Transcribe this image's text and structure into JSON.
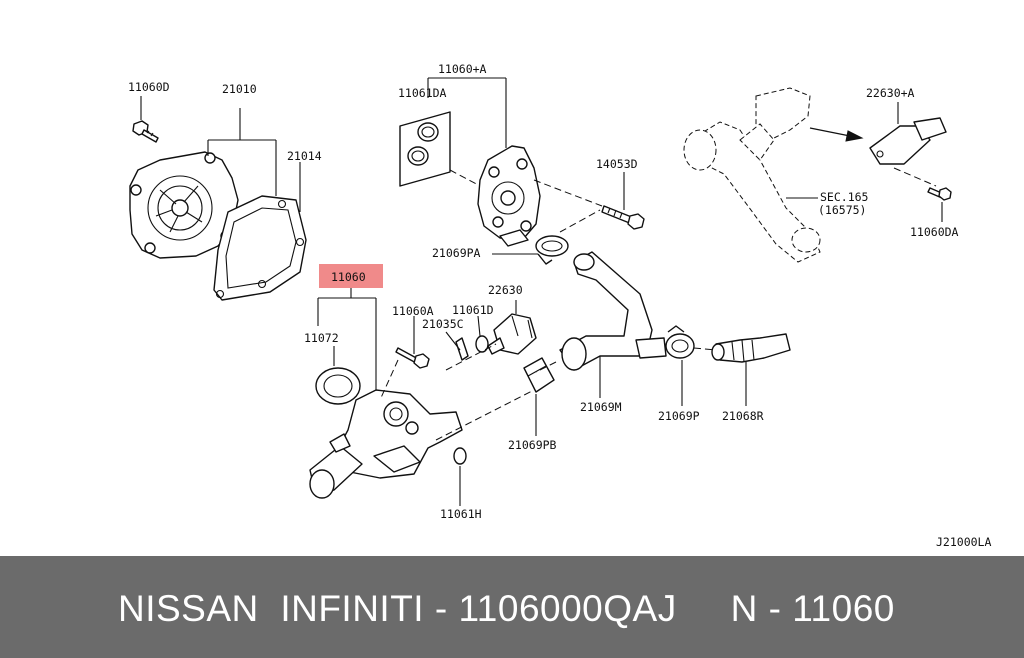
{
  "diagram": {
    "labels": {
      "p11060D": "11060D",
      "p21010": "21010",
      "p21014": "21014",
      "p11060A_top": "11060+A",
      "p11061DA": "11061DA",
      "p14053D": "14053D",
      "p21069PA": "21069PA",
      "p22630A": "22630+A",
      "p11060DA": "11060DA",
      "sec": "SEC.165",
      "sec_sub": "(16575)",
      "p11060": "11060",
      "p11072": "11072",
      "p11060A": "11060A",
      "p21035C": "21035C",
      "p11061D": "11061D",
      "p22630": "22630",
      "p21069M": "21069M",
      "p21069P": "21069P",
      "p21068R": "21068R",
      "p21069PB": "21069PB",
      "p11061H": "11061H",
      "ref_code": "J21000LA"
    },
    "highlight_color": "#f08a8a"
  },
  "footer": {
    "text": "NISSAN  INFINITI - 1106000QAJ     N - 11060",
    "background": "#6b6b6b"
  }
}
